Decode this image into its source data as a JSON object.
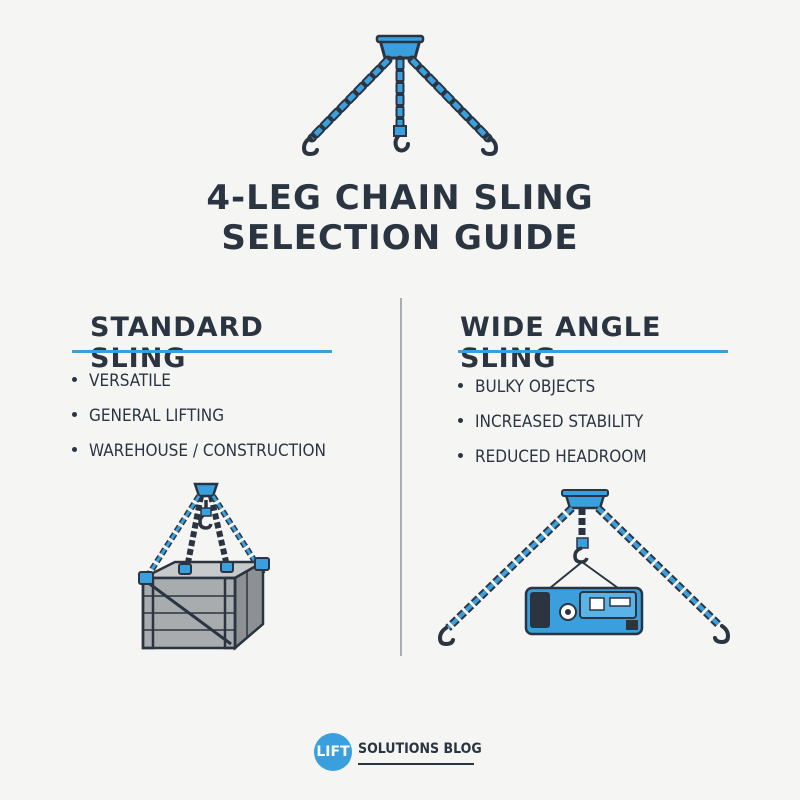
{
  "title": {
    "line1": "4-LEG CHAIN SLING",
    "line2": "SELECTION GUIDE"
  },
  "standard": {
    "heading": "STANDARD SLING",
    "bullets": [
      "VERSATILE",
      "GENERAL LIFTING",
      "WAREHOUSE / CONSTRUCTION"
    ]
  },
  "wide_angle": {
    "heading": "WIDE ANGLE SLING",
    "bullets": [
      "BULKY OBJECTS",
      "INCREASED STABILITY",
      "REDUCED HEADROOM"
    ]
  },
  "brand": {
    "badge": "LIFT",
    "text": "SOLUTIONS BLOG"
  },
  "colors": {
    "accent": "#3a9fdc",
    "dark": "#2b3542",
    "chain_grey": "#4a5561",
    "crate": "#a9acaf",
    "background": "#f5f5f4"
  },
  "icons": {
    "top": "chain-sling-icon",
    "standard": "crate-lift-icon",
    "wide": "machine-lift-icon",
    "logo": "lift-logo-icon"
  }
}
